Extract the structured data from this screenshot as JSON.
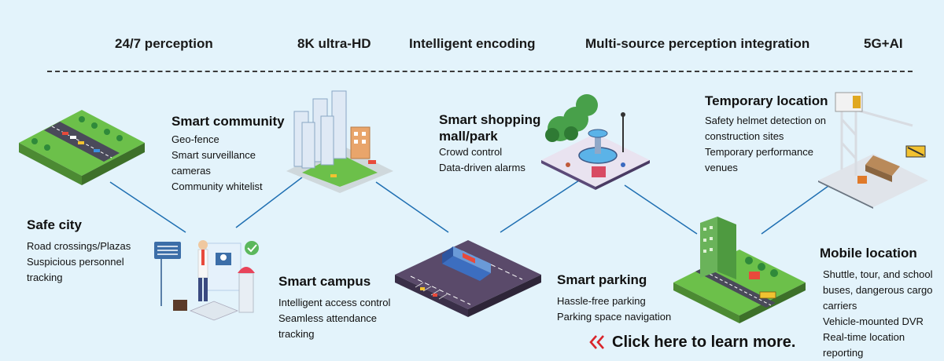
{
  "features": [
    "24/7 perception",
    "8K ultra-HD",
    "Intelligent encoding",
    "Multi-source perception integration",
    "5G+AI"
  ],
  "scenes": {
    "safe_city": {
      "title": "Safe city",
      "lines": [
        "Road crossings/Plazas",
        "Suspicious personnel",
        "tracking"
      ]
    },
    "smart_community": {
      "title": "Smart community",
      "lines": [
        "Geo-fence",
        "Smart surveillance",
        "cameras",
        "Community whitelist"
      ]
    },
    "smart_campus": {
      "title": "Smart campus",
      "lines": [
        "Intelligent access control",
        "Seamless attendance",
        "tracking"
      ]
    },
    "smart_shopping": {
      "title_line1": "Smart shopping",
      "title_line2": "mall/park",
      "lines": [
        "Crowd control",
        "Data-driven alarms"
      ]
    },
    "smart_parking": {
      "title": "Smart parking",
      "lines": [
        "Hassle-free parking",
        "Parking space navigation"
      ]
    },
    "temporary_location": {
      "title": "Temporary location",
      "lines": [
        "Safety helmet detection on",
        "construction sites",
        "Temporary performance",
        "venues"
      ]
    },
    "mobile_location": {
      "title": "Mobile location",
      "lines": [
        "Shuttle, tour, and school",
        "buses, dangerous cargo",
        "carriers",
        "Vehicle-mounted DVR",
        "Real-time location",
        "reporting"
      ]
    }
  },
  "cta": {
    "label": "Click here to learn more.",
    "icon": "double-chevron-left-icon",
    "color": "#d9252b"
  },
  "colors": {
    "background": "#e3f3fb",
    "connector": "#1f6fb2",
    "grass": "#6cc04a",
    "road": "#4a4a5a"
  }
}
